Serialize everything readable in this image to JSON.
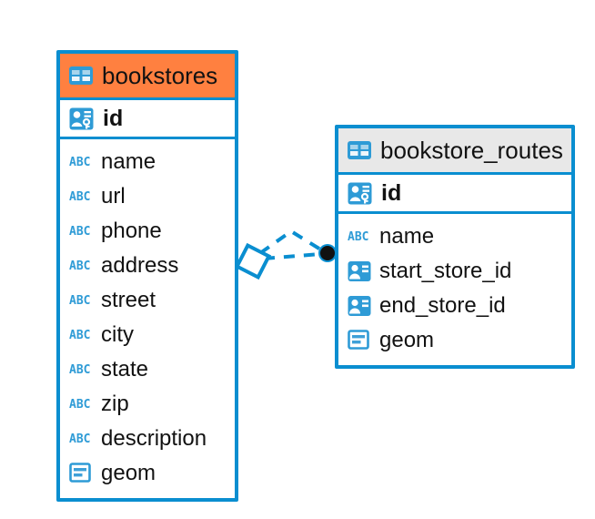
{
  "diagram": {
    "type": "entity-relationship-diagram",
    "background_color": "#ffffff",
    "accent_color": "#0a8ed0",
    "highlight_color": "#ff8040",
    "header_grey": "#e8e8e8",
    "relationship": {
      "from_table": "bookstores",
      "to_table": "bookstore_routes",
      "line_style": "dashed",
      "source_marker": "diamond",
      "target_marker": "filled-circle",
      "source_marker_color": "#0a8ed0",
      "target_marker_color": "#111111"
    }
  },
  "tables": [
    {
      "name": "bookstores",
      "header_icon": "table-icon",
      "header_style": "accent-orange",
      "primary_key": {
        "name": "id",
        "icon": "primary-key-icon"
      },
      "fields": [
        {
          "name": "name",
          "icon": "text-type-icon"
        },
        {
          "name": "url",
          "icon": "text-type-icon"
        },
        {
          "name": "phone",
          "icon": "text-type-icon"
        },
        {
          "name": "address",
          "icon": "text-type-icon"
        },
        {
          "name": "street",
          "icon": "text-type-icon"
        },
        {
          "name": "city",
          "icon": "text-type-icon"
        },
        {
          "name": "state",
          "icon": "text-type-icon"
        },
        {
          "name": "zip",
          "icon": "text-type-icon"
        },
        {
          "name": "description",
          "icon": "text-type-icon"
        },
        {
          "name": "geom",
          "icon": "geometry-type-icon"
        }
      ]
    },
    {
      "name": "bookstore_routes",
      "header_icon": "table-icon",
      "header_style": "accent-grey",
      "primary_key": {
        "name": "id",
        "icon": "primary-key-icon"
      },
      "fields": [
        {
          "name": "name",
          "icon": "text-type-icon"
        },
        {
          "name": "start_store_id",
          "icon": "foreign-key-icon"
        },
        {
          "name": "end_store_id",
          "icon": "foreign-key-icon"
        },
        {
          "name": "geom",
          "icon": "geometry-type-icon"
        }
      ]
    }
  ],
  "icon_glyphs": {
    "text-type-icon": "ABC",
    "table-icon": "grid",
    "primary-key-icon": "person-key",
    "foreign-key-icon": "person-lines",
    "geometry-type-icon": "box-lines"
  }
}
